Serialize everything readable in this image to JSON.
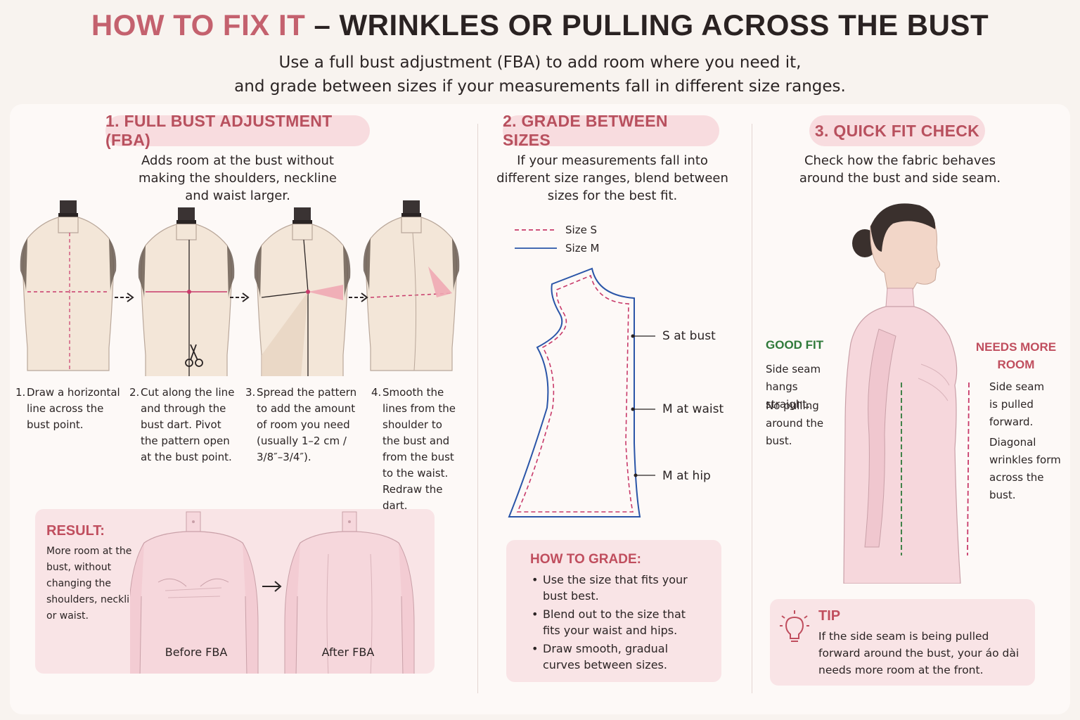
{
  "header": {
    "title_accent": "HOW TO FIX IT",
    "title_rest": " – WRINKLES OR PULLING ACROSS THE BUST",
    "subtitle_line1": "Use a full bust adjustment (FBA) to add room where you need it,",
    "subtitle_line2": "and grade between sizes if your measurements fall in different size ranges."
  },
  "fba": {
    "heading": "1. FULL BUST ADJUSTMENT (FBA)",
    "desc_line1": "Adds room at the bust without",
    "desc_line2": "making the shoulders, neckline",
    "desc_line3": "and waist larger.",
    "steps": [
      {
        "num": "1.",
        "text": "Draw a horizontal line across the bust point."
      },
      {
        "num": "2.",
        "text": "Cut along the line and through the bust dart. Pivot the pattern open at the bust point."
      },
      {
        "num": "3.",
        "text": "Spread the pattern to add the amount of room you need (usually 1–2 cm / 3/8″–3/4″)."
      },
      {
        "num": "4.",
        "text": "Smooth the lines from the shoulder to the bust and from the bust to the waist. Redraw the dart."
      }
    ],
    "result_title": "RESULT:",
    "result_text": "More room at the bust, without changing the shoulders, neckline or waist.",
    "before_label": "Before FBA",
    "after_label": "After FBA"
  },
  "grade": {
    "heading": "2. GRADE BETWEEN SIZES",
    "desc_line1": "If your measurements fall into",
    "desc_line2": "different size ranges, blend between",
    "desc_line3": "sizes for the best fit.",
    "legend_s": "Size S",
    "legend_m": "Size M",
    "label_bust": "S at bust",
    "label_waist": "M at waist",
    "label_hip": "M at hip",
    "howto_title": "HOW TO GRADE:",
    "howto_items": [
      "Use the size that fits your bust best.",
      "Blend out to the size that fits your waist and hips.",
      "Draw smooth, gradual curves between sizes."
    ]
  },
  "fit": {
    "heading": "3. QUICK FIT CHECK",
    "desc_line1": "Check how the fabric behaves",
    "desc_line2": "around the bust and side seam.",
    "good_title": "GOOD FIT",
    "good_text1": "Side seam hangs straight.",
    "good_text2": "No pulling around the bust.",
    "bad_title": "NEEDS MORE ROOM",
    "bad_text1": "Side seam is pulled forward.",
    "bad_text2": "Diagonal wrinkles form across the bust.",
    "tip_title": "TIP",
    "tip_text": "If the side seam is being pulled forward around the bust, your áo dài needs more room at the front."
  },
  "colors": {
    "accent": "#c4616e",
    "pill_bg": "#f8dcdf",
    "box_bg": "#f9e4e6",
    "size_s": "#c83a6a",
    "size_m": "#2a55a8",
    "good": "#2f7a3a",
    "form": "#f3e6d8",
    "garment": "#f6d7dc"
  }
}
